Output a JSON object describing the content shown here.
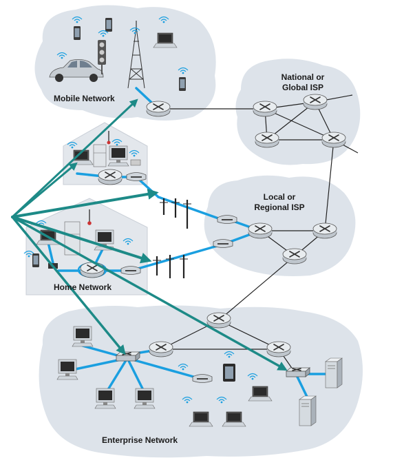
{
  "labels": {
    "mobile": "Mobile Network",
    "national_1": "National or",
    "national_2": "Global ISP",
    "local_1": "Local or",
    "local_2": "Regional ISP",
    "home": "Home Network",
    "enterprise": "Enterprise Network"
  },
  "colors": {
    "cloud": "#dde3ea",
    "link": "#1a9fe0",
    "arrow": "#1d8a87"
  }
}
